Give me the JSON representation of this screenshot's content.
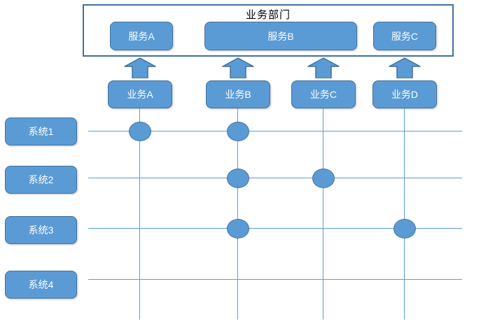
{
  "title": "业务部门",
  "colors": {
    "shape_fill": "#5B9BD5",
    "shape_border": "#41719C",
    "grid_line": "#5B9BD5",
    "frame_border": "#41719C",
    "title_text": "#000000",
    "shape_text": "#ffffff"
  },
  "services": [
    {
      "label": "服务A"
    },
    {
      "label": "服务B"
    },
    {
      "label": "服务C"
    }
  ],
  "businesses": [
    {
      "label": "业务A"
    },
    {
      "label": "业务B"
    },
    {
      "label": "业务C"
    },
    {
      "label": "业务D"
    }
  ],
  "systems": [
    {
      "label": "系统1"
    },
    {
      "label": "系统2"
    },
    {
      "label": "系统3"
    },
    {
      "label": "系统4"
    }
  ],
  "matrix": {
    "links": [
      {
        "system": "系统1",
        "business": "业务A"
      },
      {
        "system": "系统1",
        "business": "业务B"
      },
      {
        "system": "系统2",
        "business": "业务B"
      },
      {
        "system": "系统2",
        "business": "业务C"
      },
      {
        "system": "系统3",
        "business": "业务B"
      },
      {
        "system": "系统3",
        "business": "业务D"
      }
    ]
  }
}
